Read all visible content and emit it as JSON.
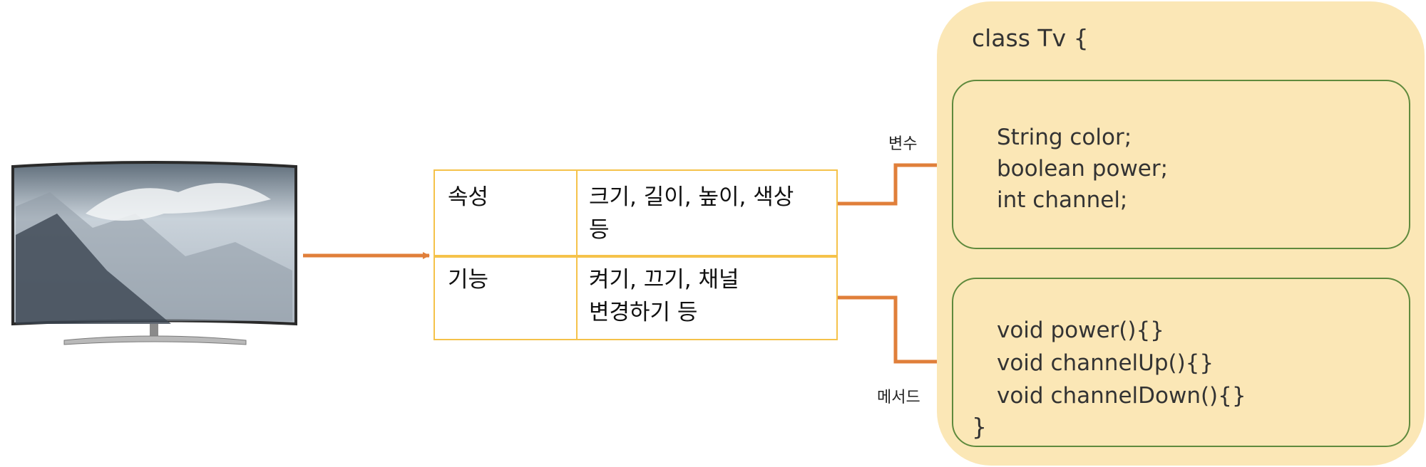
{
  "class_panel": {
    "header": "class Tv {",
    "fields": [
      "String color;",
      "boolean power;",
      "int channel;"
    ],
    "methods": [
      "void power(){}",
      "void channelUp(){}",
      "void channelDown(){}"
    ],
    "footer": "}"
  },
  "table": {
    "rows": [
      {
        "head": "속성",
        "value_lines": [
          "크기, 길이, 높이, 색상",
          "등"
        ]
      },
      {
        "head": "기능",
        "value_lines": [
          "켜기, 끄기, 채널",
          "변경하기 등"
        ]
      }
    ]
  },
  "edges": {
    "to_fields_label": "변수",
    "to_methods_label": "메서드"
  },
  "colors": {
    "arrow": "#e07f3a",
    "panel_fill": "#fbe7b6",
    "box_stroke": "#5f8a3d",
    "table_border": "#f5c24a"
  }
}
